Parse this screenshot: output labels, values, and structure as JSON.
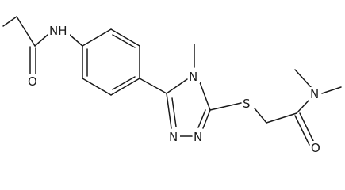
{
  "molecule": {
    "atoms": [
      {
        "id": "nh",
        "label": "N",
        "sub": "H"
      },
      {
        "id": "o1",
        "label": "O"
      },
      {
        "id": "n4",
        "label": "N"
      },
      {
        "id": "n2",
        "label": "N"
      },
      {
        "id": "n1",
        "label": "N"
      },
      {
        "id": "s",
        "label": "S"
      },
      {
        "id": "o2",
        "label": "O"
      },
      {
        "id": "nme",
        "label": "N"
      }
    ],
    "colors": {
      "bond": "#1a1a1a",
      "background": "#ffffff"
    }
  }
}
